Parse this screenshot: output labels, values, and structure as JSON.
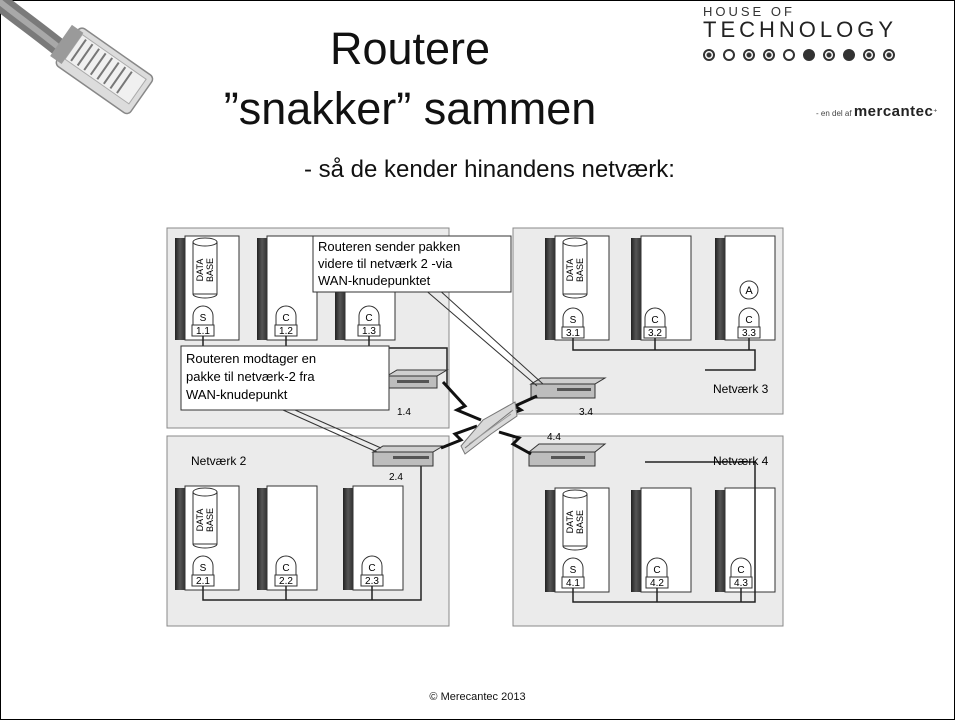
{
  "slide": {
    "title_line1": "Routere",
    "title_line2": "”snakker” sammen",
    "subtitle": "- så de kender hinandens netværk:",
    "footer": "© Merecantec 2013"
  },
  "logo": {
    "line1": "HOUSE OF",
    "line2": "TECHNOLOGY",
    "sub_prefix": "- en del af",
    "sub_brand": "mercantec"
  },
  "diagram": {
    "callout_top": [
      "Routeren sender pakken",
      "videre til netværk 2 -via",
      "WAN-knudepunktet"
    ],
    "callout_left": [
      "Routeren modtager en",
      "pakke til netværk-2 fra",
      "WAN-knudepunkt"
    ],
    "network_labels": [
      "Netværk 2",
      "Netværk 3",
      "Netværk 4"
    ],
    "router_labels": [
      "1.4",
      "2.4",
      "3.4",
      "4.4"
    ],
    "database_text": [
      "DATA",
      "BASE"
    ],
    "server_letter": "S",
    "client_letter": "C",
    "user_letter": "A",
    "net1_nodes": [
      "1.1",
      "1.2",
      "1.3"
    ],
    "net2_nodes": [
      "2.1",
      "2.2",
      "2.3"
    ],
    "net3_nodes": [
      "3.1",
      "3.2",
      "3.3"
    ],
    "net4_nodes": [
      "4.1",
      "4.2",
      "4.3"
    ]
  }
}
